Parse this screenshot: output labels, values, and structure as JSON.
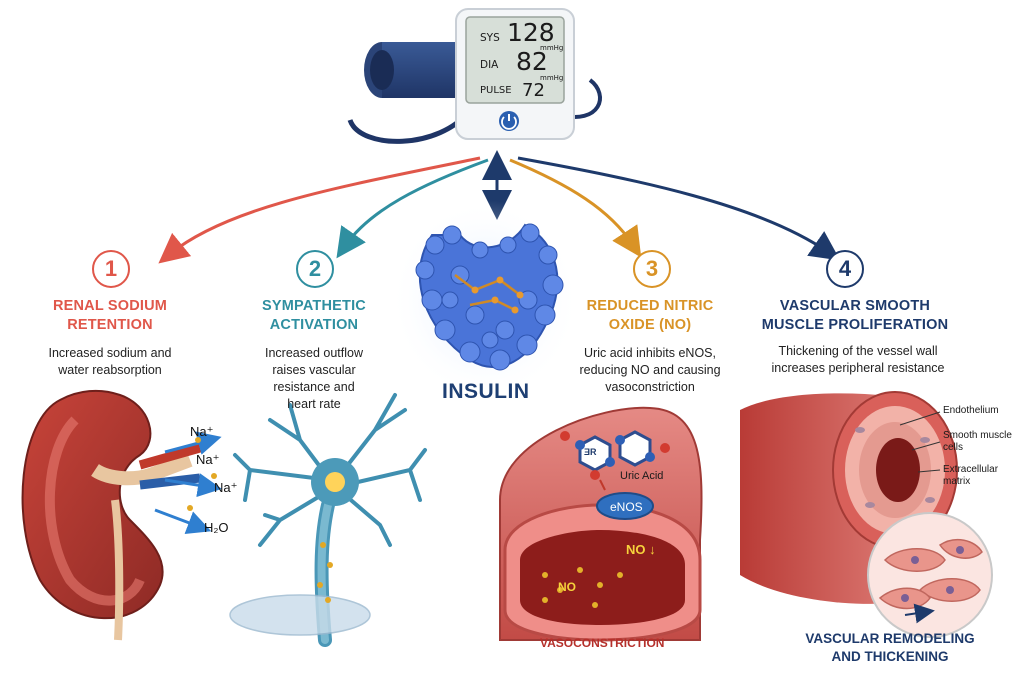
{
  "monitor": {
    "sys_label": "SYS",
    "sys_value": "128",
    "sys_unit": "mmHg",
    "dia_label": "DIA",
    "dia_value": "82",
    "dia_unit": "mmHg",
    "pulse_label": "PULSE",
    "pulse_value": "72",
    "power_icon": "power-icon"
  },
  "center": {
    "label": "INSULIN"
  },
  "mechanisms": [
    {
      "number": "1",
      "title_l1": "RENAL SODIUM",
      "title_l2": "RETENTION",
      "desc_l1": "Increased sodium and",
      "desc_l2": "water reabsorption",
      "desc_l3": "",
      "color": "#e0574a"
    },
    {
      "number": "2",
      "title_l1": "SYMPATHETIC",
      "title_l2": "ACTIVATION",
      "desc_l1": "Increased outflow",
      "desc_l2": "raises vascular",
      "desc_l3": "resistance and",
      "desc_l4": "heart rate",
      "color": "#2f8fa0"
    },
    {
      "number": "3",
      "title_l1": "REDUCED NITRIC",
      "title_l2": "OXIDE (NO)",
      "desc_l1": "Uric acid inhibits eNOS,",
      "desc_l2": "reducing NO and causing",
      "desc_l3": "vasoconstriction",
      "color": "#d99326"
    },
    {
      "number": "4",
      "title_l1": "VASCULAR SMOOTH",
      "title_l2": "MUSCLE PROLIFERATION",
      "desc_l1": "Thickening of the vessel wall",
      "desc_l2": "increases peripheral resistance",
      "desc_l3": "",
      "color": "#1e3a6b"
    }
  ],
  "kidney": {
    "ion1": "Na⁺",
    "ion2": "Na⁺",
    "ion3": "Na⁺",
    "water": "H₂O"
  },
  "vessel_no": {
    "uric_acid": "Uric Acid",
    "enos": "eNOS",
    "no_down": "NO ↓",
    "no_inside": "NO",
    "molecule_mark": "ƎR",
    "caption": "VASOCONSTRICTION"
  },
  "vessel_wall": {
    "endothelium": "Endothelium",
    "smooth_muscle_l1": "Smooth muscle",
    "smooth_muscle_l2": "cells",
    "ecm_l1": "Extracellular",
    "ecm_l2": "matrix",
    "caption_l1": "VASCULAR REMODELING",
    "caption_l2": "AND THICKENING"
  },
  "colors": {
    "red": "#e0574a",
    "teal": "#2f8fa0",
    "orange": "#d99326",
    "navy": "#1e3a6b",
    "insulin_blue": "#3f6fd6"
  }
}
